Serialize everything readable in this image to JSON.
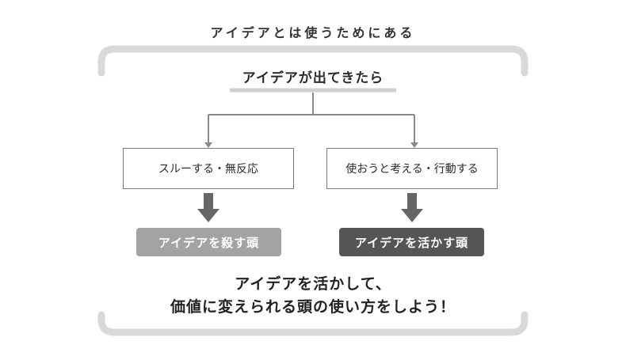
{
  "header": {
    "title": "アイデアとは使うためにある"
  },
  "flow": {
    "prompt": "アイデアが出てきたら",
    "left_action": "スルーする・無反応",
    "right_action": "使おうと考える・行動する",
    "left_result": "アイデアを殺す頭",
    "right_result": "アイデアを活かす頭"
  },
  "conclusion": {
    "line1": "アイデアを活かして、",
    "line2": "価値に変えられる頭の使い方をしよう！"
  },
  "colors": {
    "frame": "#d9d9d9",
    "connector": "#8a8a8a",
    "arrow": "#666666",
    "left_result_bg": "#a3a3a3",
    "right_result_bg": "#555555"
  }
}
